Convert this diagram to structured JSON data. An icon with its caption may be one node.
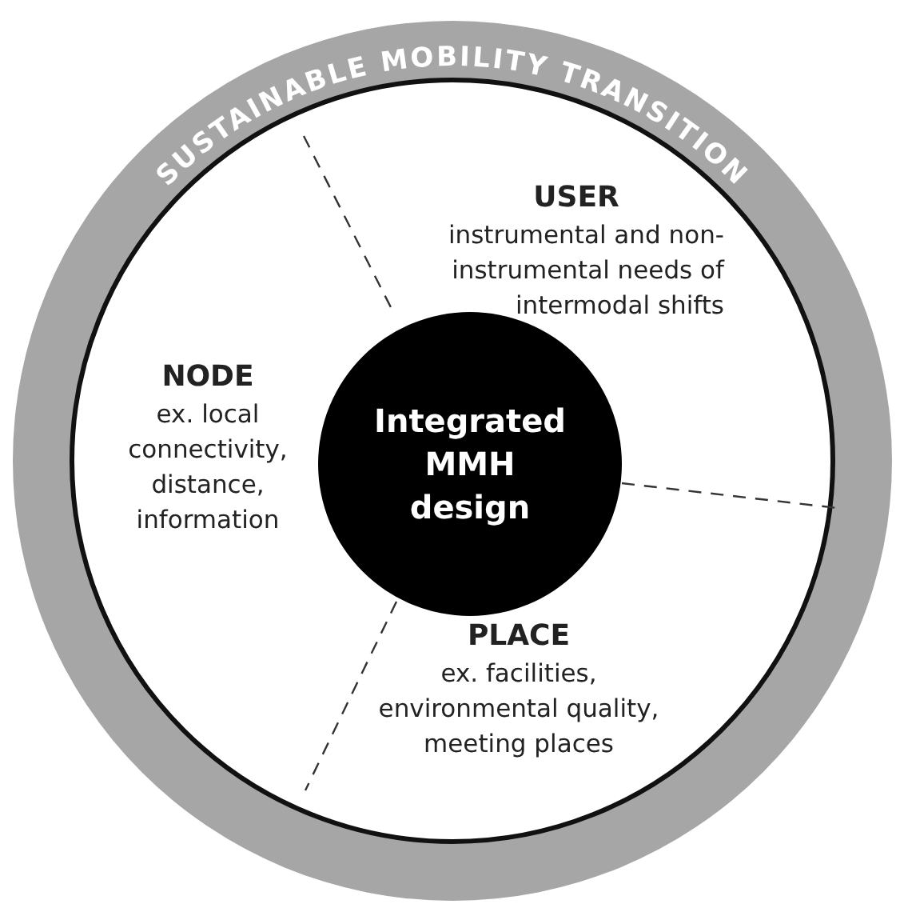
{
  "diagram": {
    "nodes": [
      {
        "text": [
          "SUSTAINABLE MOBILITY TRANSITION"
        ]
      },
      {
        "text": [
          "USER",
          "instrumental and non-instrumental needs of intermodal shifts"
        ],
        "in": 0
      },
      {
        "text": [
          "NODE",
          "ex. local connectivity, distance, information"
        ],
        "in": 0
      },
      {
        "text": [
          "PLACE",
          "ex. facilities, environmental quality, meeting places"
        ],
        "in": 0
      },
      {
        "text": [
          "Integrated MMH design"
        ],
        "in": 0
      }
    ]
  }
}
